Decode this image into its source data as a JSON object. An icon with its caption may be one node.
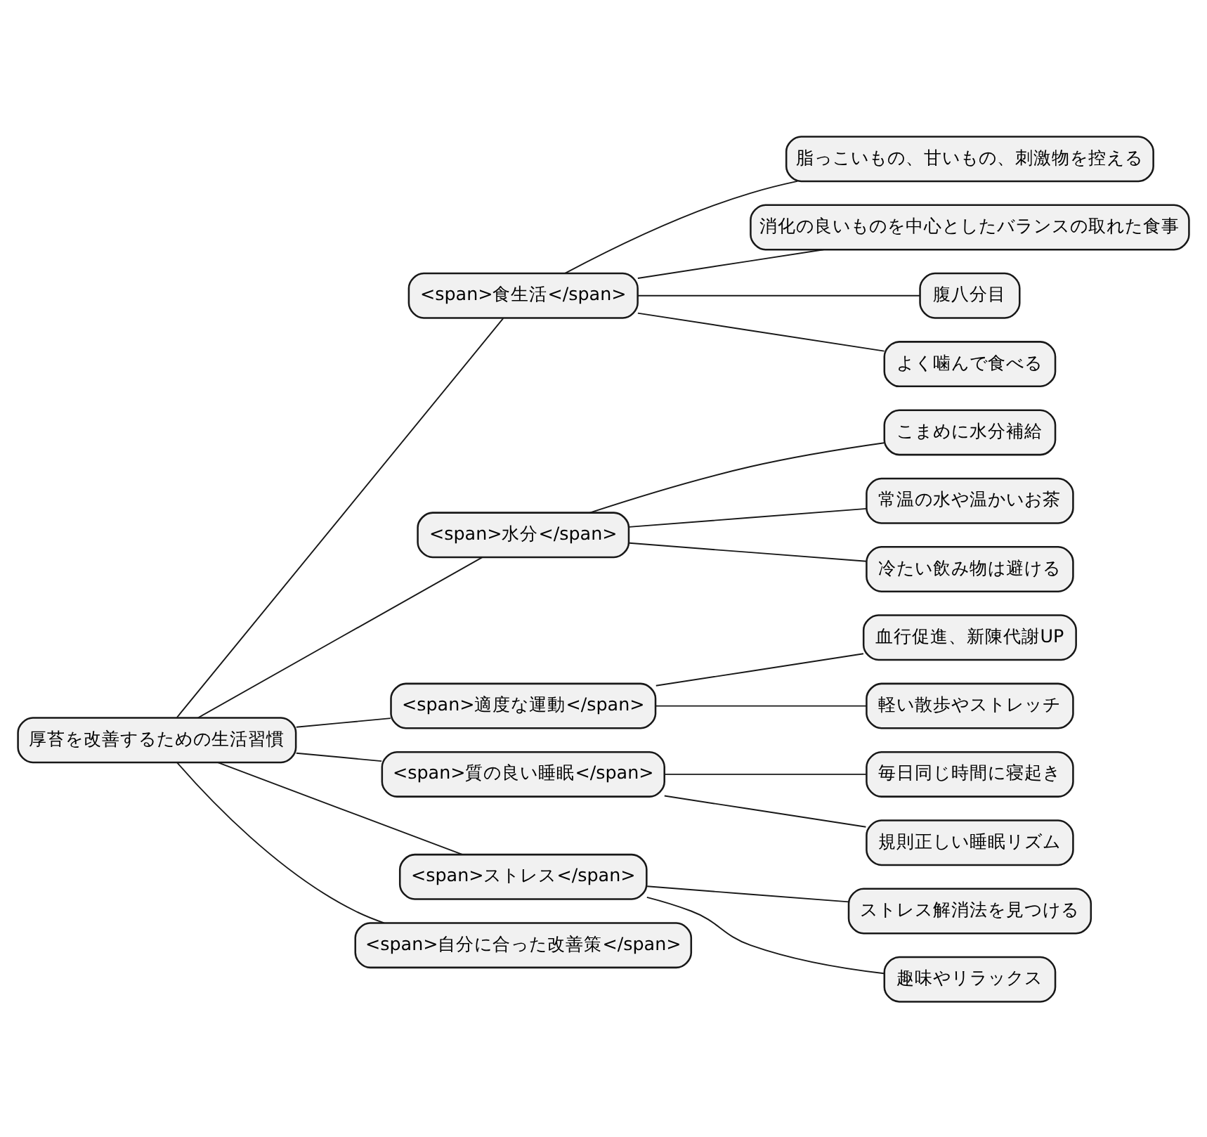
{
  "diagram": {
    "nodes": [
      {
        "text": [
          "厚苔を改善するための生活習慣"
        ]
      },
      {
        "text": [
          "<span>食生活</span>"
        ]
      },
      {
        "text": [
          "脂っこいもの、甘いもの、刺激物を控える"
        ]
      },
      {
        "text": [
          "消化の良いものを中心としたバランスの取れた食事"
        ]
      },
      {
        "text": [
          "腹八分目"
        ]
      },
      {
        "text": [
          "よく噛んで食べる"
        ]
      },
      {
        "text": [
          "<span>水分</span>"
        ]
      },
      {
        "text": [
          "こまめに水分補給"
        ]
      },
      {
        "text": [
          "常温の水や温かいお茶"
        ]
      },
      {
        "text": [
          "冷たい飲み物は避ける"
        ]
      },
      {
        "text": [
          "<span>適度な運動</span>"
        ]
      },
      {
        "text": [
          "血行促進、新陳代謝UP"
        ]
      },
      {
        "text": [
          "軽い散歩やストレッチ"
        ]
      },
      {
        "text": [
          "<span>質の良い睡眠</span>"
        ]
      },
      {
        "text": [
          "毎日同じ時間に寝起き"
        ]
      },
      {
        "text": [
          "規則正しい睡眠リズム"
        ]
      },
      {
        "text": [
          "<span>ストレス</span>"
        ]
      },
      {
        "text": [
          "ストレス解消法を見つける"
        ]
      },
      {
        "text": [
          "趣味やリラックス"
        ]
      },
      {
        "text": [
          "<span>自分に合った改善策</span>"
        ]
      }
    ],
    "edges": [
      {
        "from": 0,
        "to": 1,
        "arrow": "none"
      },
      {
        "from": 1,
        "to": 2,
        "arrow": "none"
      },
      {
        "from": 1,
        "to": 3,
        "arrow": "none"
      },
      {
        "from": 1,
        "to": 4,
        "arrow": "none"
      },
      {
        "from": 1,
        "to": 5,
        "arrow": "none"
      },
      {
        "from": 0,
        "to": 6,
        "arrow": "none"
      },
      {
        "from": 6,
        "to": 7,
        "arrow": "none"
      },
      {
        "from": 6,
        "to": 8,
        "arrow": "none"
      },
      {
        "from": 6,
        "to": 9,
        "arrow": "none"
      },
      {
        "from": 0,
        "to": 10,
        "arrow": "none"
      },
      {
        "from": 10,
        "to": 11,
        "arrow": "none"
      },
      {
        "from": 10,
        "to": 12,
        "arrow": "none"
      },
      {
        "from": 0,
        "to": 13,
        "arrow": "none"
      },
      {
        "from": 13,
        "to": 14,
        "arrow": "none"
      },
      {
        "from": 13,
        "to": 15,
        "arrow": "none"
      },
      {
        "from": 0,
        "to": 16,
        "arrow": "none"
      },
      {
        "from": 16,
        "to": 17,
        "arrow": "none"
      },
      {
        "from": 16,
        "to": 18,
        "arrow": "none"
      },
      {
        "from": 0,
        "to": 19,
        "arrow": "none"
      }
    ]
  }
}
